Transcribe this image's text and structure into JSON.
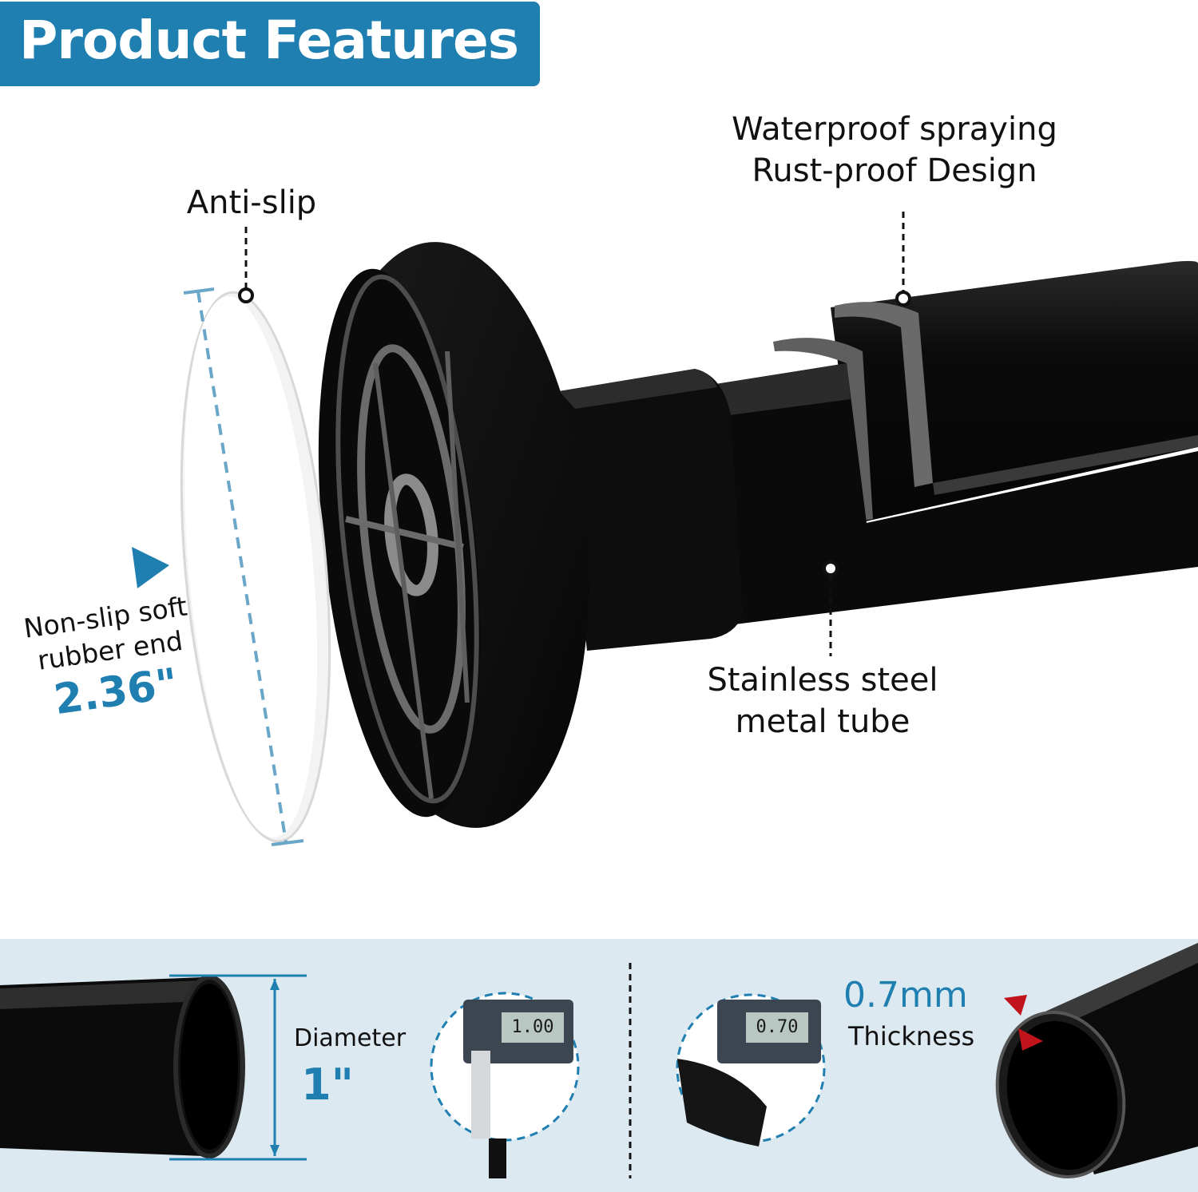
{
  "header": {
    "title": "Product Features"
  },
  "callouts": {
    "anti_slip": "Anti-slip",
    "coating_line1": "Waterproof spraying",
    "coating_line2": "Rust-proof Design",
    "tube_line1": "Stainless steel",
    "tube_line2": "metal tube",
    "rubber_line1": "Non-slip soft",
    "rubber_line2": "rubber end",
    "rubber_size": "2.36\""
  },
  "specs": {
    "diameter_label": "Diameter",
    "diameter_value": "1\"",
    "caliper_reading_1": "1.00",
    "caliper_reading_2": "0.70",
    "thickness_value": "0.7mm",
    "thickness_label": "Thickness"
  },
  "icons": [
    "play-triangle-icon",
    "caliper-icon",
    "thickness-arrow-icon"
  ],
  "colors": {
    "accent": "#1e7fb0",
    "banner": "#1e7fb0",
    "panel_bg": "#dde9f1",
    "tube": "#0c0c0c",
    "red_marker": "#c0131b"
  }
}
